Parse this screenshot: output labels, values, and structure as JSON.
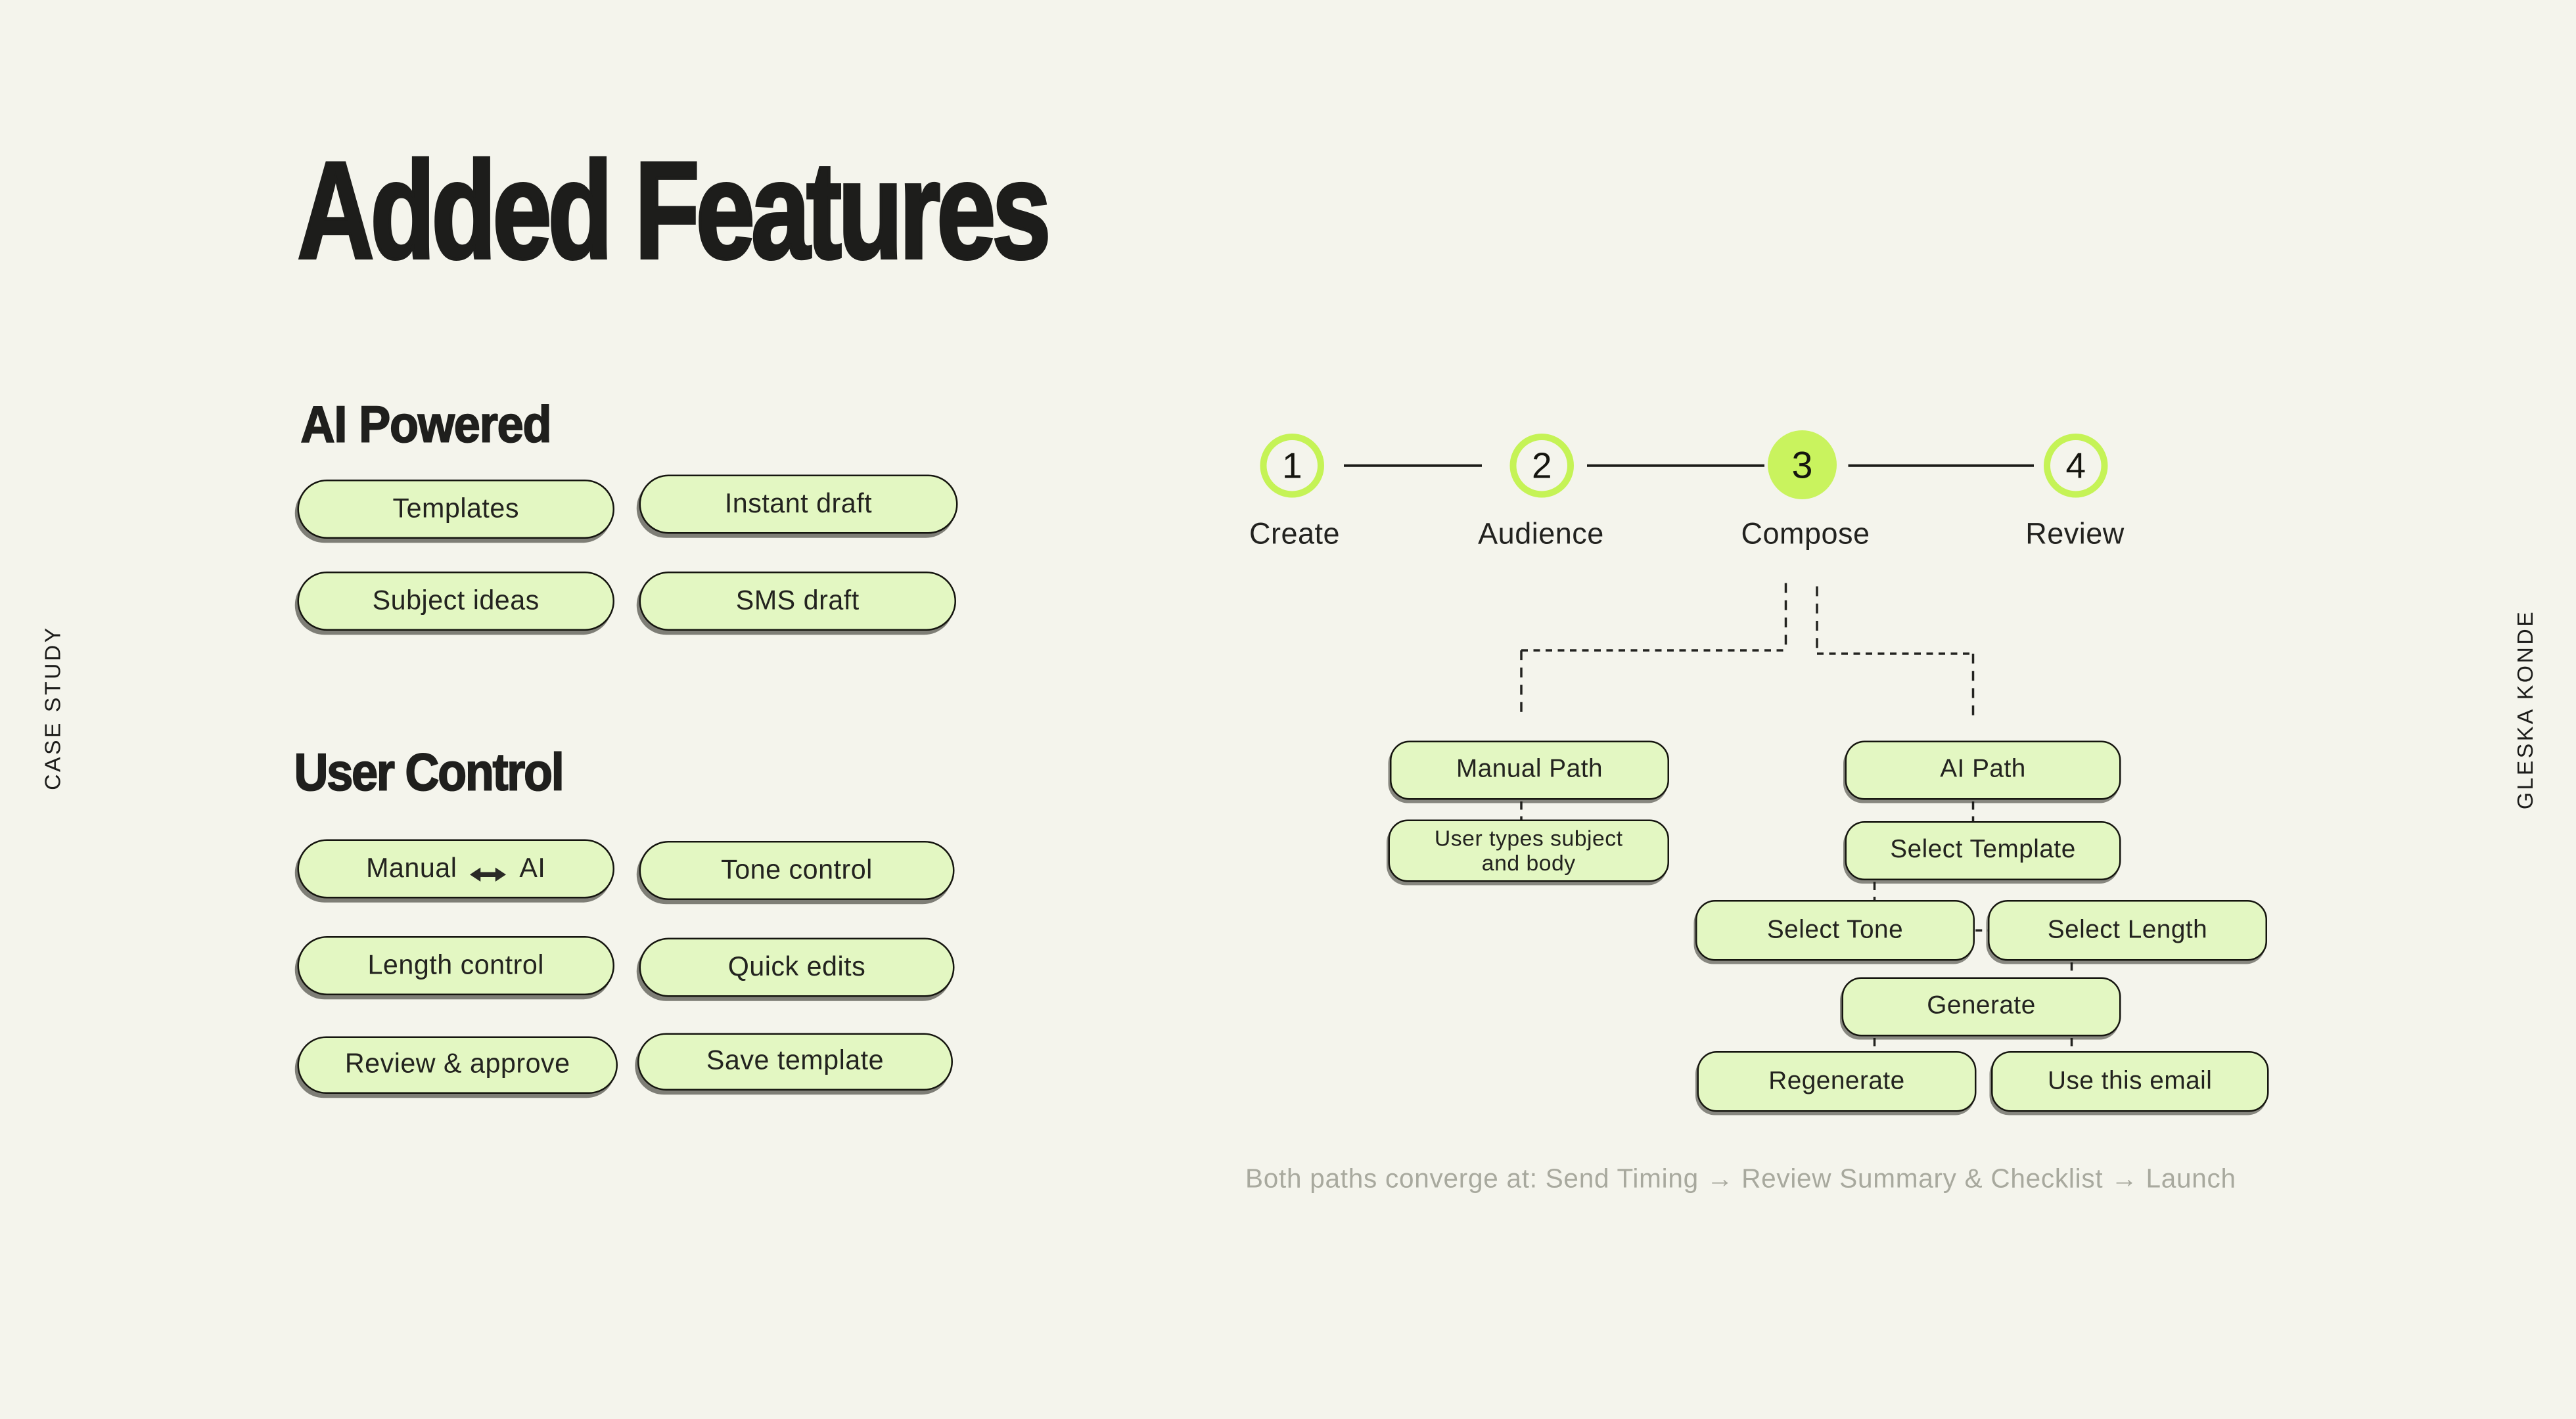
{
  "colors": {
    "background": "#f4f4ec",
    "pill_fill": "#e3f7c2",
    "lime": "#c5f356",
    "active_step_fill": "#c9f35e",
    "ink": "#1d1d1b",
    "caption_gray": "#a8a99e"
  },
  "side_labels": {
    "left": "CASE STUDY",
    "right": "GLESKA KONDE"
  },
  "title": "Added Features",
  "ai_powered": {
    "heading": "AI Powered",
    "pills": [
      "Templates",
      "Instant draft",
      "Subject ideas",
      "SMS draft"
    ]
  },
  "user_control": {
    "heading": "User Control",
    "manual_ai": {
      "left": "Manual",
      "right": "AI"
    },
    "pills": [
      "Tone control",
      "Length control",
      "Quick edits",
      "Review & approve",
      "Save template"
    ]
  },
  "stepper": {
    "steps": [
      {
        "num": "1",
        "label": "Create",
        "active": false
      },
      {
        "num": "2",
        "label": "Audience",
        "active": false
      },
      {
        "num": "3",
        "label": "Compose",
        "active": true
      },
      {
        "num": "4",
        "label": "Review",
        "active": false
      }
    ]
  },
  "flow": {
    "manual_path": "Manual Path",
    "user_types_line1": "User types subject",
    "user_types_line2": "and body",
    "ai_path": "AI Path",
    "select_template": "Select Template",
    "select_tone": "Select Tone",
    "select_length": "Select Length",
    "generate": "Generate",
    "regenerate": "Regenerate",
    "use_this_email": "Use this email"
  },
  "caption": "Both paths converge at: Send Timing → Review Summary & Checklist → Launch"
}
